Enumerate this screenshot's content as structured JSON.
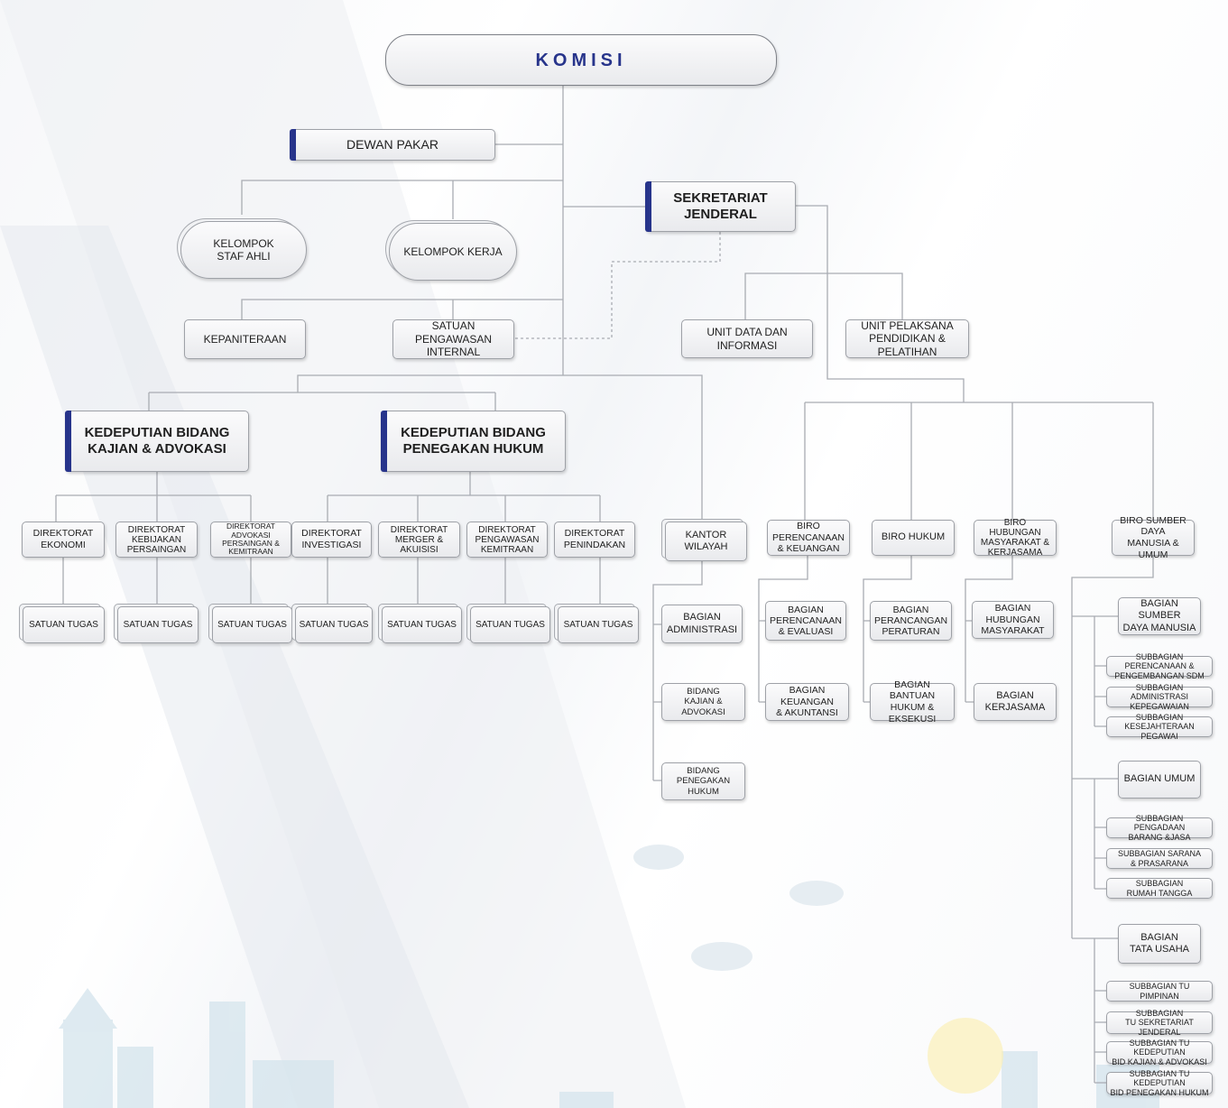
{
  "chart": {
    "top": {
      "label": "KOMISI"
    },
    "advisory": {
      "dewan_pakar": "DEWAN PAKAR",
      "kelompok_staf_ahli": "KELOMPOK\nSTAF AHLI",
      "kelompok_kerja": "KELOMPOK KERJA",
      "kepaniteraan": "KEPANITERAAN",
      "satuan_pengawasan_internal": "SATUAN PENGAWASAN\nINTERNAL"
    },
    "sekretariat": {
      "label": "SEKRETARIAT\nJENDERAL",
      "unit_data": "UNIT DATA DAN\nINFORMASI",
      "unit_pelaksana": "UNIT PELAKSANA\nPENDIDIKAN & PELATIHAN"
    },
    "kedeputian_kajian": {
      "label": "KEDEPUTIAN BIDANG\nKAJIAN & ADVOKASI",
      "direktorat": [
        "DIREKTORAT\nEKONOMI",
        "DIREKTORAT\nKEBIJAKAN\nPERSAINGAN",
        "DIREKTORAT ADVOKASI\nPERSAINGAN &\nKEMITRAAN"
      ]
    },
    "kedeputian_penegakan": {
      "label": "KEDEPUTIAN BIDANG\nPENEGAKAN HUKUM",
      "direktorat": [
        "DIREKTORAT\nINVESTIGASI",
        "DIREKTORAT\nMERGER &\nAKUISISI",
        "DIREKTORAT\nPENGAWASAN\nKEMITRAAN",
        "DIREKTORAT\nPENINDAKAN"
      ]
    },
    "satuan_tugas": "SATUAN TUGAS",
    "kantor_wilayah": {
      "label": "KANTOR WILAYAH",
      "children": [
        "BAGIAN\nADMINISTRASI",
        "BIDANG\nKAJIAN & ADVOKASI",
        "BIDANG\nPENEGAKAN HUKUM"
      ]
    },
    "biro_perencanaan": {
      "label": "BIRO PERENCANAAN\n& KEUANGAN",
      "children": [
        "BAGIAN\nPERENCANAAN\n& EVALUASI",
        "BAGIAN KEUANGAN\n& AKUNTANSI"
      ]
    },
    "biro_hukum": {
      "label": "BIRO HUKUM",
      "children": [
        "BAGIAN\nPERANCANGAN\nPERATURAN",
        "BAGIAN BANTUAN\nHUKUM & EKSEKUSI"
      ]
    },
    "biro_humas": {
      "label": "BIRO HUBUNGAN\nMASYARAKAT &\nKERJASAMA",
      "children": [
        "BAGIAN HUBUNGAN\nMASYARAKAT",
        "BAGIAN\nKERJASAMA"
      ]
    },
    "biro_sdm": {
      "label": "BIRO SUMBER DAYA\nMANUSIA & UMUM",
      "bagian": [
        {
          "label": "BAGIAN SUMBER\nDAYA MANUSIA",
          "sub": [
            "SUBBAGIAN PERENCANAAN &\nPENGEMBANGAN SDM",
            "SUBBAGIAN ADMINISTRASI\nKEPEGAWAIAN",
            "SUBBAGIAN KESEJAHTERAAN\nPEGAWAI"
          ]
        },
        {
          "label": "BAGIAN UMUM",
          "sub": [
            "SUBBAGIAN PENGADAAN\nBARANG &JASA",
            "SUBBAGIAN SARANA\n& PRASARANA",
            "SUBBAGIAN\nRUMAH TANGGA"
          ]
        },
        {
          "label": "BAGIAN\nTATA USAHA",
          "sub": [
            "SUBBAGIAN TU PIMPINAN",
            "SUBBAGIAN\nTU SEKRETARIAT JENDERAL",
            "SUBBAGIAN TU KEDEPUTIAN\nBID KAJIAN & ADVOKASI",
            "SUBBAGIAN TU KEDEPUTIAN\nBID PENEGAKAN HUKUM"
          ]
        }
      ]
    }
  },
  "colors": {
    "accent": "#27348b",
    "line": "#a9acb2",
    "box_border": "#9ea1a7"
  }
}
